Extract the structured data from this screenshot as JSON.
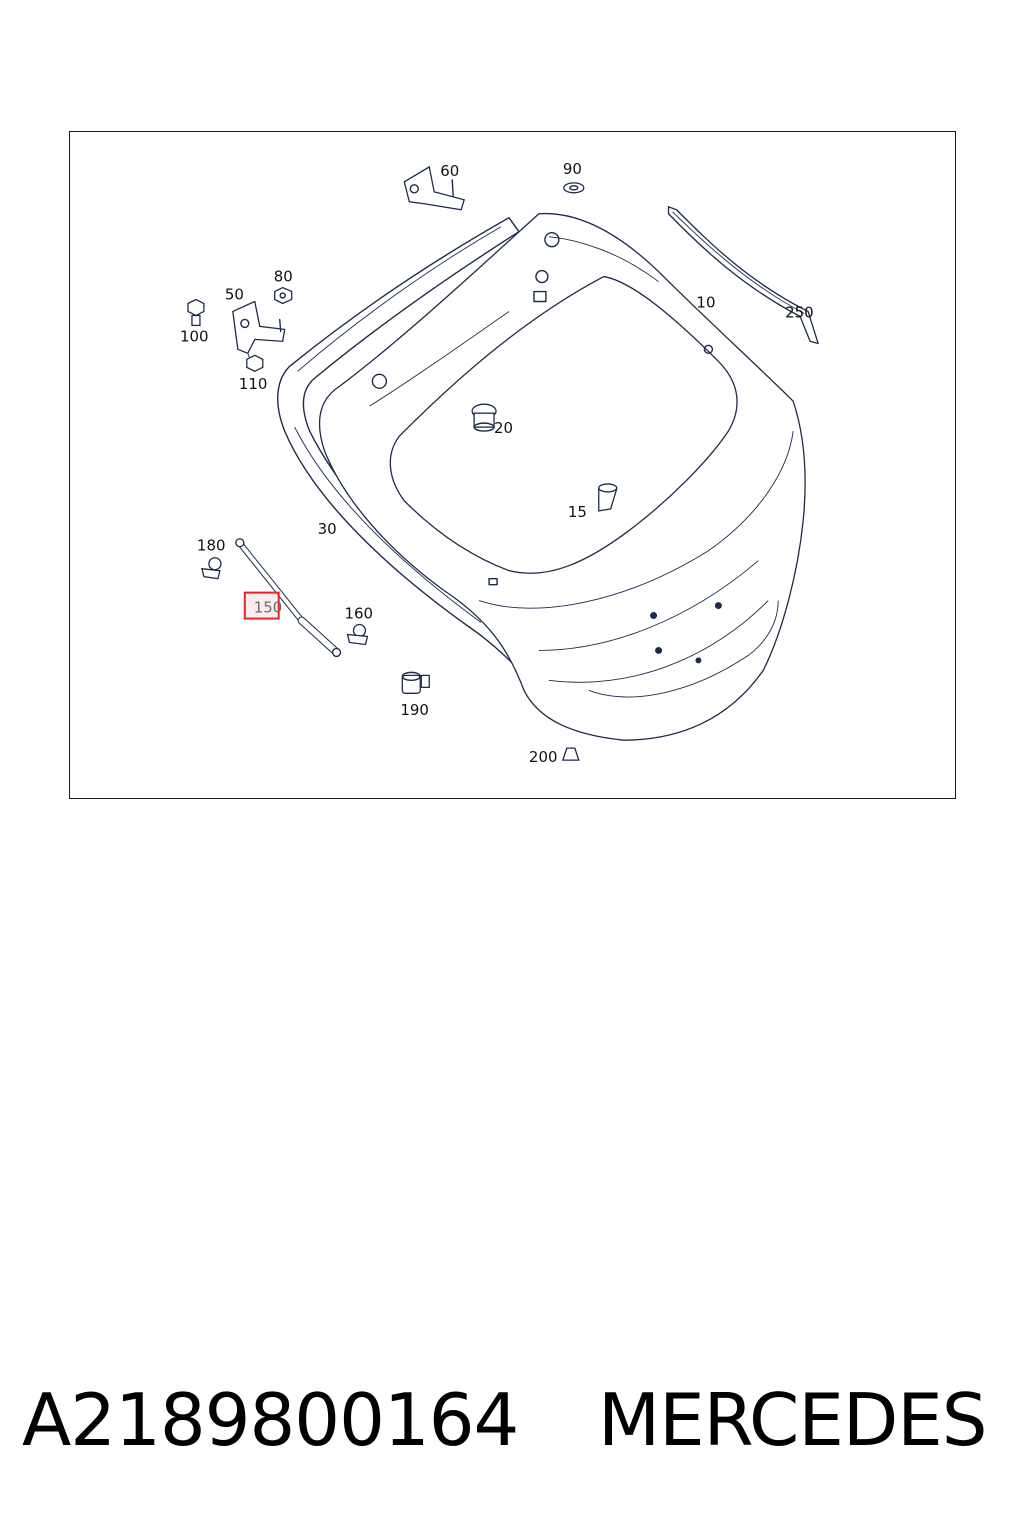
{
  "diagram": {
    "callouts": [
      {
        "id": "60",
        "label": "60"
      },
      {
        "id": "90",
        "label": "90"
      },
      {
        "id": "80",
        "label": "80"
      },
      {
        "id": "50",
        "label": "50"
      },
      {
        "id": "100",
        "label": "100"
      },
      {
        "id": "110",
        "label": "110"
      },
      {
        "id": "10",
        "label": "10"
      },
      {
        "id": "250",
        "label": "250"
      },
      {
        "id": "20",
        "label": "20"
      },
      {
        "id": "15",
        "label": "15"
      },
      {
        "id": "30",
        "label": "30"
      },
      {
        "id": "180",
        "label": "180"
      },
      {
        "id": "150",
        "label": "150"
      },
      {
        "id": "160",
        "label": "160"
      },
      {
        "id": "190",
        "label": "190"
      },
      {
        "id": "200",
        "label": "200"
      }
    ],
    "highlighted_callout": "150",
    "highlight_color": "#e8232a"
  },
  "footer": {
    "part_number": "A2189800164",
    "brand": "MERCEDES"
  }
}
